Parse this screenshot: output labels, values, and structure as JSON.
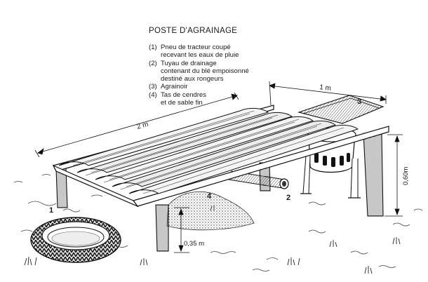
{
  "diagram": {
    "title": "POSTE D'AGRAINAGE",
    "legend": [
      {
        "num": "(1)",
        "lines": [
          "Pneu de tracteur coupé",
          "recevant les eaux de pluie"
        ]
      },
      {
        "num": "(2)",
        "lines": [
          "Tuyau de drainage",
          "contenant du blé empoisonné",
          "destiné aux rongeurs"
        ]
      },
      {
        "num": "(3)",
        "lines": [
          "Agrainoir"
        ]
      },
      {
        "num": "(4)",
        "lines": [
          "Tas de cendres",
          "et de sable fin"
        ]
      }
    ],
    "markers": [
      "1",
      "2",
      "3",
      "4"
    ],
    "dimensions": {
      "length": "2 m",
      "width": "1 m",
      "height_high": "0,60m",
      "height_low": "0,35 m"
    }
  }
}
